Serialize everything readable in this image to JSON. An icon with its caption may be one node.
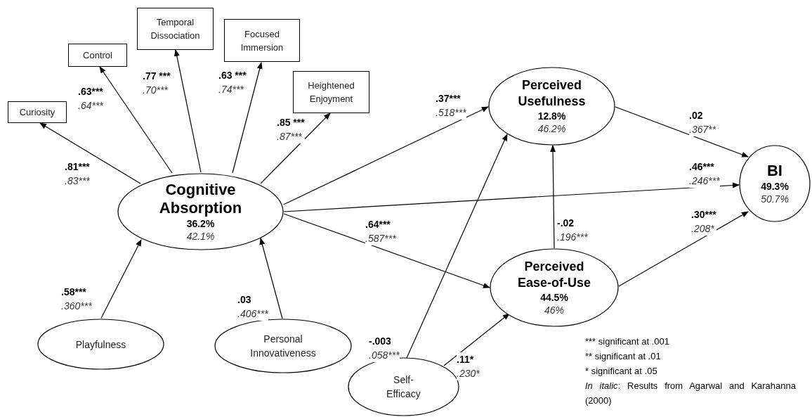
{
  "diagram": {
    "nodes": [
      {
        "text": [
          "Curiosity"
        ]
      },
      {
        "text": [
          "Control"
        ]
      },
      {
        "text": [
          "Temporal Dissociation"
        ]
      },
      {
        "text": [
          "Focused Immersion"
        ]
      },
      {
        "text": [
          "Heightened Enjoyment"
        ]
      },
      {
        "text": [
          "Cognitive Absorption",
          "36.2%",
          "42.1%"
        ]
      },
      {
        "text": [
          "Perceived Usefulness",
          "12.8%",
          "46.2%"
        ]
      },
      {
        "text": [
          "BI",
          "49.3%",
          "50.7%"
        ]
      },
      {
        "text": [
          "Perceived Ease-of-Use",
          "44.5%",
          "46%"
        ]
      },
      {
        "text": [
          "Playfulness"
        ]
      },
      {
        "text": [
          "Personal Innovativeness"
        ]
      },
      {
        "text": [
          "Self-Efficacy"
        ]
      }
    ],
    "edges": [
      {
        "from": 5,
        "to": 0,
        "arrow": "to",
        "label": [
          ".81***",
          ".83***"
        ]
      },
      {
        "from": 5,
        "to": 1,
        "arrow": "to",
        "label": [
          ".63***",
          ".64***"
        ]
      },
      {
        "from": 5,
        "to": 2,
        "arrow": "to",
        "label": [
          ".77 ***",
          ".70***"
        ]
      },
      {
        "from": 5,
        "to": 3,
        "arrow": "to",
        "label": [
          ".63 ***",
          ".74***"
        ]
      },
      {
        "from": 5,
        "to": 4,
        "arrow": "to",
        "label": [
          ".85 ***",
          ".87***"
        ]
      },
      {
        "from": 9,
        "to": 5,
        "arrow": "to",
        "label": [
          ".58***",
          ".360***"
        ]
      },
      {
        "from": 10,
        "to": 5,
        "arrow": "to",
        "label": [
          ".03",
          ".406***"
        ]
      },
      {
        "from": 5,
        "to": 6,
        "arrow": "to",
        "label": [
          ".37***",
          ".518***"
        ]
      },
      {
        "from": 5,
        "to": 7,
        "arrow": "to",
        "label": [
          ".46***",
          ".246***"
        ]
      },
      {
        "from": 5,
        "to": 8,
        "arrow": "to",
        "label": [
          ".64***",
          ".587***"
        ]
      },
      {
        "from": 6,
        "to": 7,
        "arrow": "to",
        "label": [
          ".02",
          ".367**"
        ]
      },
      {
        "from": 8,
        "to": 6,
        "arrow": "to",
        "label": [
          "-.02",
          ".196***"
        ]
      },
      {
        "from": 8,
        "to": 7,
        "arrow": "to",
        "label": [
          ".30***",
          ".208*"
        ]
      },
      {
        "from": 11,
        "to": 6,
        "arrow": "to",
        "label": [
          "-.003",
          ".058***"
        ]
      },
      {
        "from": 11,
        "to": 8,
        "arrow": "to",
        "label": [
          ".11*",
          ".230*"
        ]
      }
    ],
    "labels": [
      "*** significant at .001",
      "** significant at .01",
      "* significant at .05",
      "*In italic*: Results from Agarwal and Karahanna (2000)"
    ]
  }
}
